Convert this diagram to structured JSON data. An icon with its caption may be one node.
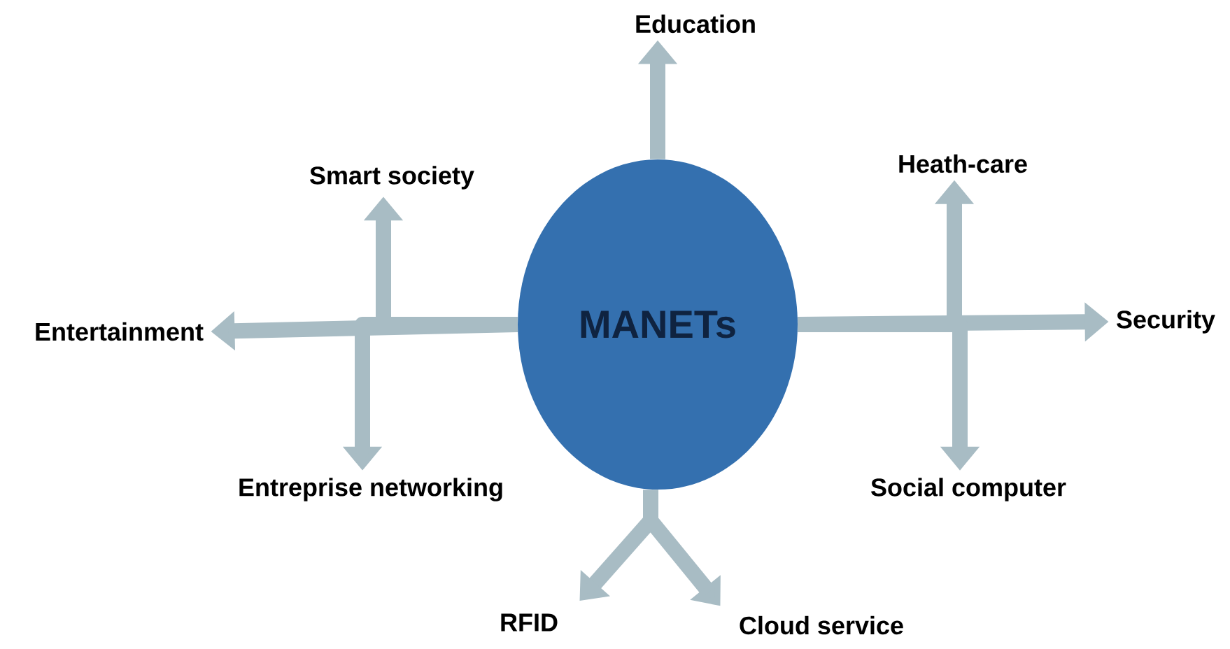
{
  "diagram": {
    "nodes": [
      {
        "text": [
          "MANETs"
        ]
      },
      {
        "text": [
          "Education"
        ]
      },
      {
        "text": [
          "Smart society"
        ]
      },
      {
        "text": [
          "Entertainment"
        ]
      },
      {
        "text": [
          "Entreprise networking"
        ]
      },
      {
        "text": [
          "Heath-care"
        ]
      },
      {
        "text": [
          "Security"
        ]
      },
      {
        "text": [
          "Social computer"
        ]
      },
      {
        "text": [
          "RFID"
        ]
      },
      {
        "text": [
          "Cloud service"
        ]
      }
    ],
    "edges": [
      {
        "from": 0,
        "to": 1,
        "arrow": "to"
      },
      {
        "from": 0,
        "to": 2,
        "arrow": "to"
      },
      {
        "from": 0,
        "to": 3,
        "arrow": "to"
      },
      {
        "from": 0,
        "to": 4,
        "arrow": "to"
      },
      {
        "from": 0,
        "to": 5,
        "arrow": "to"
      },
      {
        "from": 0,
        "to": 6,
        "arrow": "to"
      },
      {
        "from": 0,
        "to": 7,
        "arrow": "to"
      },
      {
        "from": 0,
        "to": 8,
        "arrow": "to"
      },
      {
        "from": 0,
        "to": 9,
        "arrow": "to"
      }
    ]
  }
}
